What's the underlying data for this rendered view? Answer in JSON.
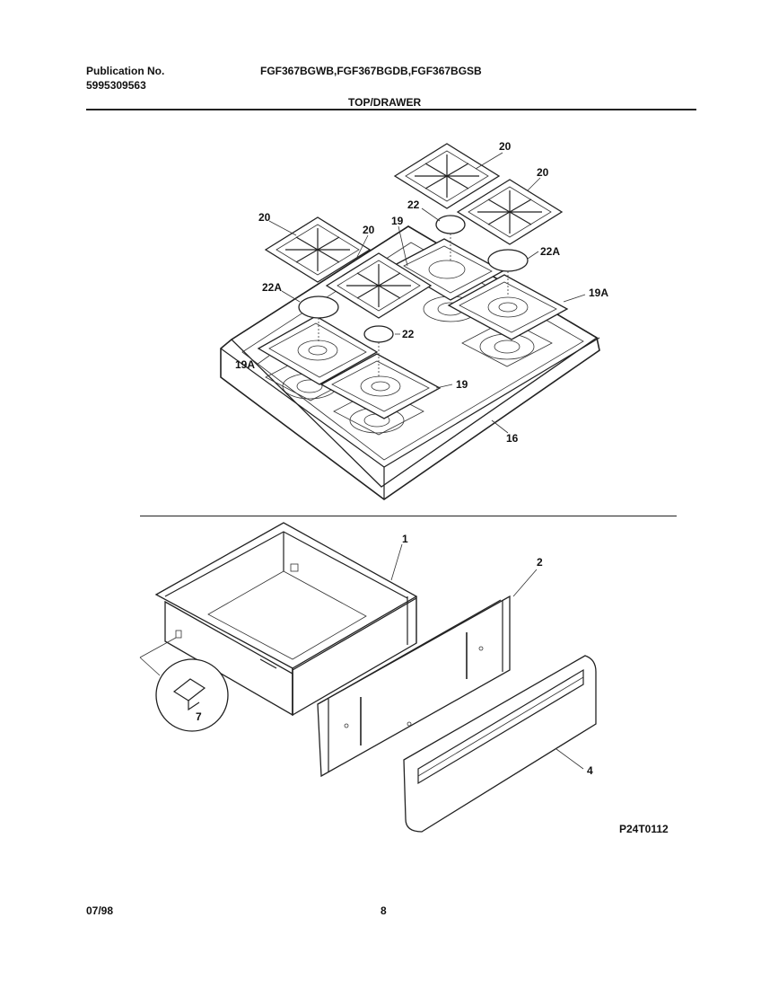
{
  "header": {
    "publication_label": "Publication No.",
    "publication_number": "5995309563",
    "models": "FGF367BGWB,FGF367BGDB,FGF367BGSB",
    "section_title": "TOP/DRAWER"
  },
  "callouts": {
    "grate_1": "20",
    "grate_2": "20",
    "grate_3": "20",
    "grate_4": "20",
    "pan_19_back": "19",
    "pan_19_front": "19",
    "pan_19A_right": "19A",
    "pan_19A_left": "19A",
    "cap_22_back": "22",
    "cap_22_front": "22",
    "cap_22A_right": "22A",
    "cap_22A_left": "22A",
    "cooktop_16": "16",
    "drawer_1": "1",
    "drawer_panel_2": "2",
    "drawer_front_4": "4",
    "clip_7": "7"
  },
  "footer": {
    "diagram_code": "P24T0112",
    "date": "07/98",
    "page": "8"
  }
}
